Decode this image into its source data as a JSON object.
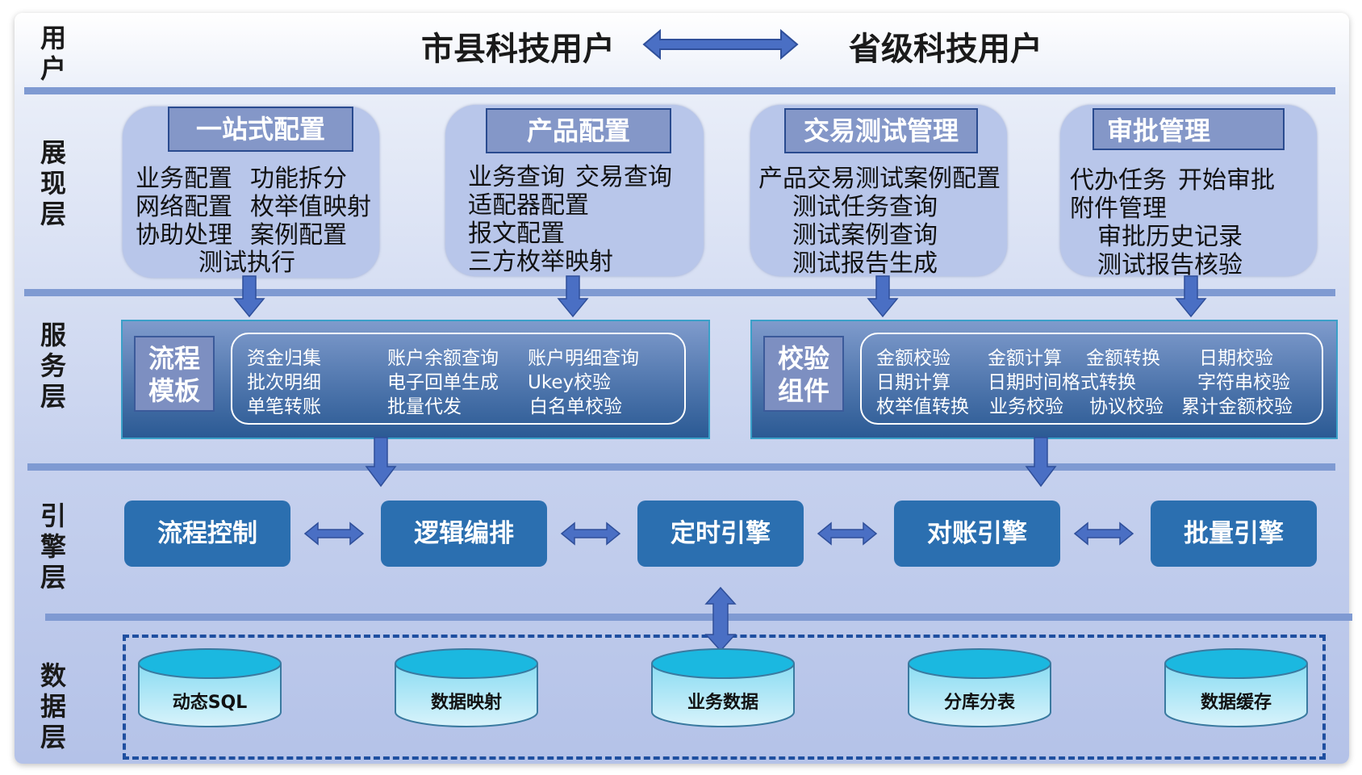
{
  "layers": {
    "user": "用户",
    "presentation": "展现层",
    "service": "服务层",
    "engine": "引擎层",
    "data": "数据层"
  },
  "users": {
    "left": "市县科技用户",
    "right": "省级科技用户"
  },
  "presentation_boxes": [
    {
      "title": "一站式配置",
      "lines": [
        "业务配置",
        "功能拆分",
        "网络配置",
        "枚举值映射",
        "协助处理",
        "案例配置",
        "测试执行"
      ]
    },
    {
      "title": "产品配置",
      "lines": [
        "业务查询",
        "交易查询",
        "适配器配置",
        "报文配置",
        "三方枚举映射"
      ]
    },
    {
      "title": "交易测试管理",
      "lines": [
        "产品交易测试案例配置",
        "测试任务查询",
        "测试案例查询",
        "测试报告生成"
      ]
    },
    {
      "title": "审批管理",
      "lines": [
        "代办任务",
        "开始审批",
        "附件管理",
        "审批历史记录",
        "测试报告核验"
      ]
    }
  ],
  "service_boxes": [
    {
      "tag": [
        "流程",
        "模板"
      ],
      "items": [
        "资金归集",
        "账户余额查询",
        "账户明细查询",
        "批次明细",
        "电子回单生成",
        "Ukey校验",
        "单笔转账",
        "批量代发",
        "白名单校验"
      ]
    },
    {
      "tag": [
        "校验",
        "组件"
      ],
      "items": [
        "金额校验",
        "金额计算",
        "金额转换",
        "日期校验",
        "日期计算",
        "日期时间格式转换",
        "字符串校验",
        "枚举值转换",
        "业务校验",
        "协议校验",
        "累计金额校验"
      ]
    }
  ],
  "engines": [
    "流程控制",
    "逻辑编排",
    "定时引擎",
    "对账引擎",
    "批量引擎"
  ],
  "data_stores": [
    "动态SQL",
    "数据映射",
    "业务数据",
    "分库分表",
    "数据缓存"
  ],
  "colors": {
    "arrow": "#4a6fc4",
    "divider": "#7f9ad2",
    "engine": "#2b6fb0",
    "cylinder_top": "#1bb8e0",
    "cylinder_body": "#bfeaf6"
  }
}
